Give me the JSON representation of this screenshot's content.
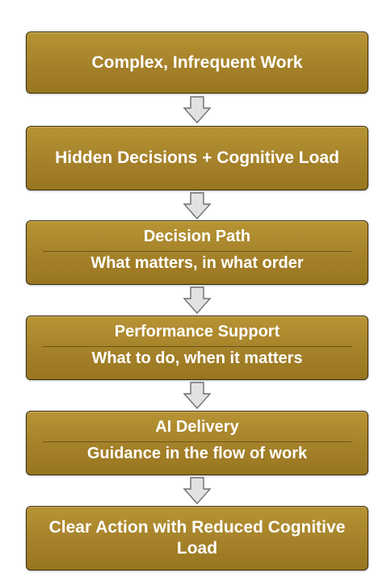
{
  "steps": [
    {
      "title": "Complex, Infrequent Work"
    },
    {
      "title": "Hidden Decisions + Cognitive Load"
    },
    {
      "title": "Decision Path",
      "subtitle": "What matters, in what order"
    },
    {
      "title": "Performance Support",
      "subtitle": "What to do, when it matters"
    },
    {
      "title": "AI Delivery",
      "subtitle": "Guidance in the flow of work"
    },
    {
      "title": "Clear Action with Reduced Cognitive Load"
    }
  ],
  "colors": {
    "box_fill": "#a5812a",
    "box_border": "#3a2e12",
    "arrow_fill": "#e2e2e2",
    "arrow_stroke": "#6e6e6e",
    "text": "#ffffff"
  }
}
